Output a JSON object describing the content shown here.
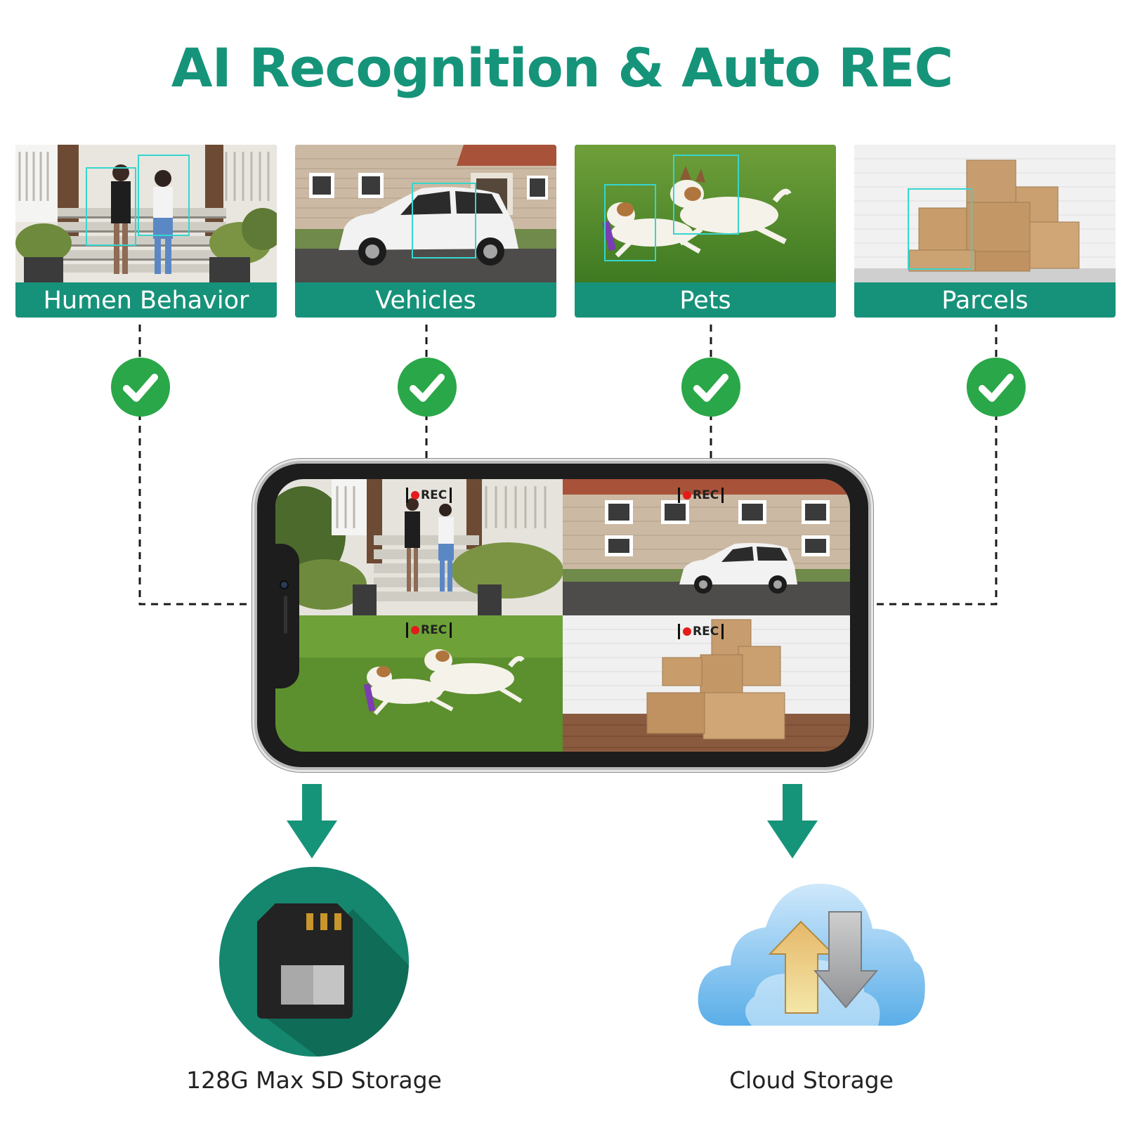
{
  "title": "AI Recognition & Auto REC",
  "categories": [
    {
      "label": "Humen Behavior",
      "icon": "person-detection-icon"
    },
    {
      "label": "Vehicles",
      "icon": "car-detection-icon"
    },
    {
      "label": "Pets",
      "icon": "pet-detection-icon"
    },
    {
      "label": "Parcels",
      "icon": "parcel-detection-icon"
    }
  ],
  "check_icon": "checkmark-icon",
  "phone_screen": {
    "rec_label": "REC",
    "quadrants": [
      "people-on-steps",
      "car-in-front-of-houses",
      "dogs-running-on-grass",
      "stacked-parcels"
    ]
  },
  "storage": {
    "sd_label": "128G Max SD Storage",
    "cloud_label": "Cloud Storage"
  },
  "colors": {
    "brand_green": "#16947a",
    "check_green": "#2aa748",
    "rec_red": "#e51b1b"
  }
}
